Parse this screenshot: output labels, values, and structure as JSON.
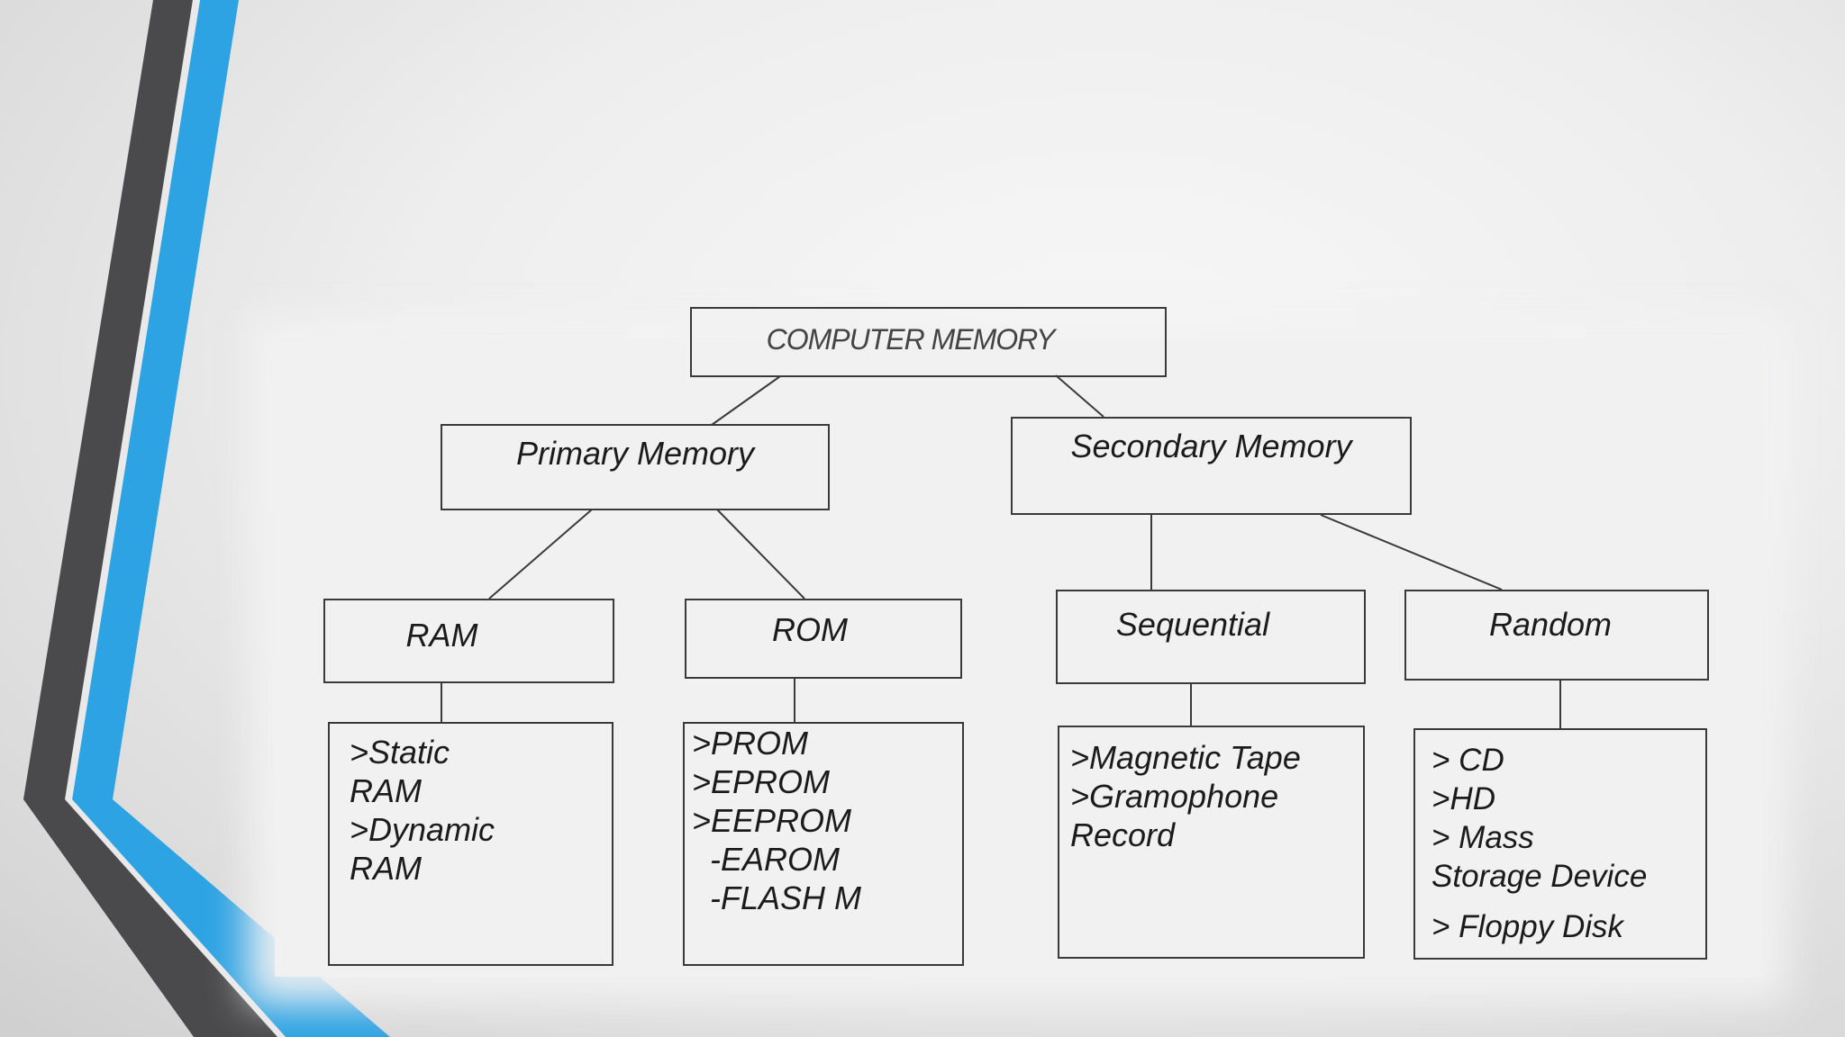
{
  "diagram": {
    "root": "COMPUTER MEMORY",
    "level1": {
      "primary": "Primary Memory",
      "secondary": "Secondary Memory"
    },
    "level2": {
      "ram": "RAM",
      "rom": "ROM",
      "sequential": "Sequential",
      "random": "Random"
    },
    "details": {
      "ram": [
        ">Static",
        "RAM",
        ">Dynamic",
        "RAM"
      ],
      "rom": [
        ">PROM",
        ">EPROM",
        ">EEPROM",
        "  -EAROM",
        "  -FLASH M"
      ],
      "sequential": [
        ">Magnetic Tape",
        ">Gramophone",
        "Record"
      ],
      "random": [
        "> CD",
        ">HD",
        "> Mass",
        "Storage Device",
        "> Floppy Disk"
      ]
    }
  },
  "theme": {
    "accent_blue": "#2ea3e3",
    "dark_bar": "#4a4a4c",
    "line_color": "#3a3a3a"
  }
}
